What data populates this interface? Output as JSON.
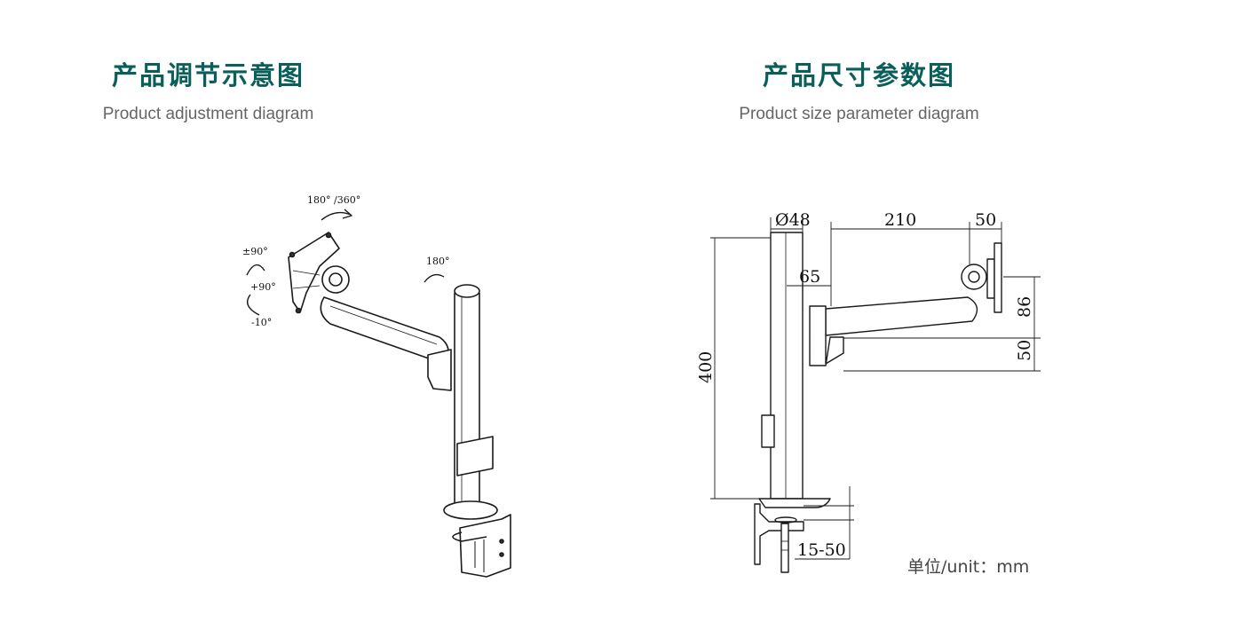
{
  "left_panel": {
    "title_cn": "产品调节示意图",
    "title_en": "Product adjustment diagram",
    "labels": {
      "tilt_rotate": "180° /360°",
      "swivel_90": "±90°",
      "tilt_up": "+90°",
      "tilt_down": "-10°",
      "arm_swivel": "180°"
    }
  },
  "right_panel": {
    "title_cn": "产品尺寸参数图",
    "title_en": "Product size parameter diagram",
    "dimensions": {
      "pole_diameter": "Ø48",
      "arm_length": "210",
      "head_depth": "50",
      "pole_offset": "65",
      "height": "400",
      "vesa_height": "86",
      "arm_height": "50",
      "clamp_range": "15-50"
    },
    "unit": "单位/unit：mm"
  },
  "colors": {
    "heading": "#0b5f5a",
    "subtitle": "#666666",
    "line": "#1a1a1a"
  }
}
